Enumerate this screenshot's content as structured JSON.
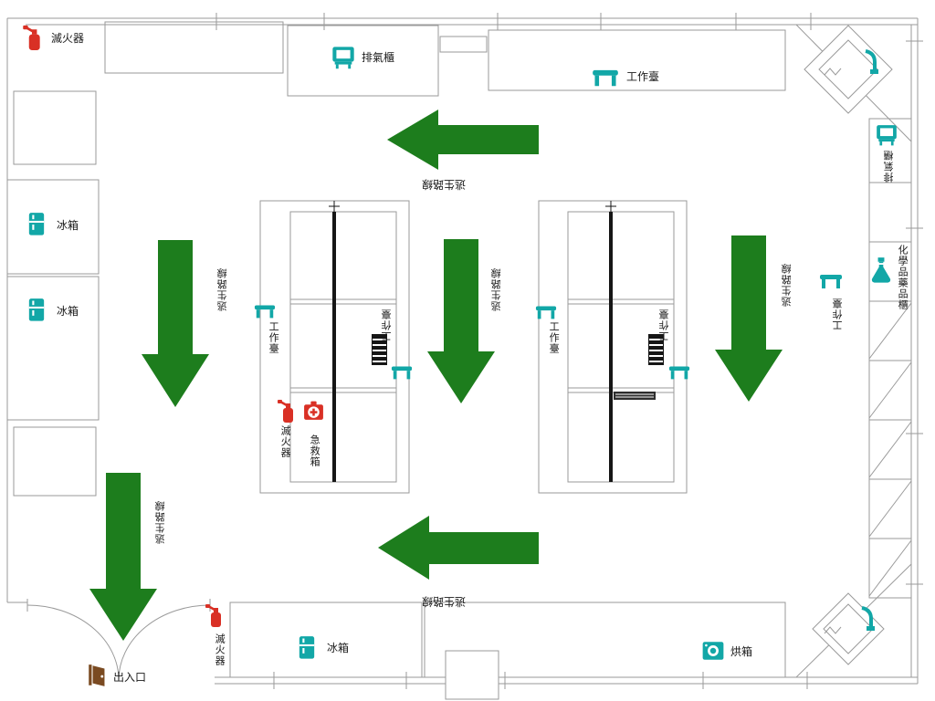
{
  "diagram": {
    "kind": "laboratory evacuation floor plan"
  },
  "labels": {
    "fire_extinguisher": "滅火器",
    "exhaust_cabinet": "排氣櫃",
    "workbench": "工作臺",
    "fridge": "冰箱",
    "escape_route": "逃生路線",
    "chemical_cabinet": "化學品藥品櫃",
    "first_aid_kit": "急救箱",
    "entrance_exit": "出入口",
    "oven": "烘箱"
  },
  "colors": {
    "escape_arrow": "#1d7d1d",
    "equipment": "#12a7a7",
    "alert": "#d93025",
    "door": "#7a4a21",
    "wall": "#9a9a9a",
    "dark": "#161616",
    "text": "#1a1a1a"
  },
  "icons": {
    "fire-extinguisher-icon": "red extinguisher tank with hose",
    "fume-hood-icon": "teal cabinet with white sash",
    "workbench-icon": "teal table with legs",
    "fridge-icon": "teal refrigerator with handle",
    "flask-icon": "teal erlenmeyer flask",
    "oven-icon": "teal box with round window",
    "first-aid-icon": "red case with white cross",
    "door-icon": "brown open door",
    "sink-icon": "diamond basin with faucet",
    "grille-icon": "black striped vent"
  }
}
